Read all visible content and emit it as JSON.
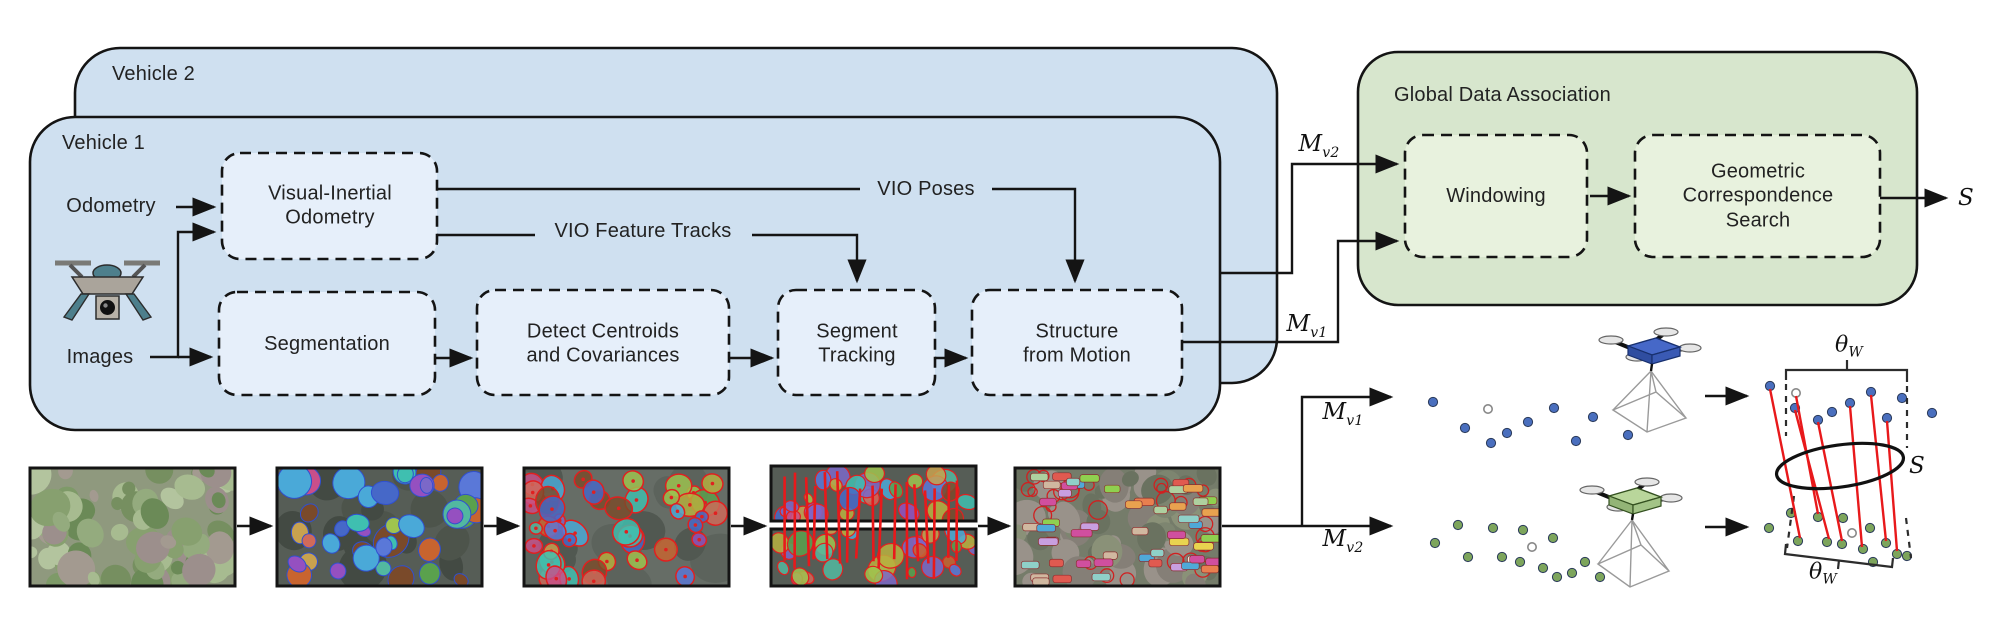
{
  "figure": {
    "vehicle2_label": "Vehicle 2",
    "vehicle1_label": "Vehicle 1",
    "odometry_label": "Odometry",
    "images_label": "Images",
    "vio_label": "Visual-Inertial\nOdometry",
    "segmentation_label": "Segmentation",
    "detect_label": "Detect Centroids\nand Covariances",
    "tracking_label": "Segment\nTracking",
    "sfm_label": "Structure\nfrom Motion",
    "vio_poses_label": "VIO Poses",
    "vio_tracks_label": "VIO Feature Tracks",
    "gda_label": "Global Data Association",
    "windowing_label": "Windowing",
    "gcs_label": "Geometric\nCorrespondence\nSearch",
    "math": {
      "M": "M",
      "v1": "v1",
      "v2": "v2",
      "S": "S",
      "theta": "θ",
      "W": "W"
    },
    "colors": {
      "vehicle_fill": "#cfe0f0",
      "module_fill": "#e6effa",
      "association_fill": "#d7e6cd",
      "association_module_fill": "#e8f2de",
      "outline": "#141414",
      "match_line": "#e8191b",
      "vehicle1_points": "#4a6fbe",
      "vehicle2_points": "#7da55c"
    }
  }
}
